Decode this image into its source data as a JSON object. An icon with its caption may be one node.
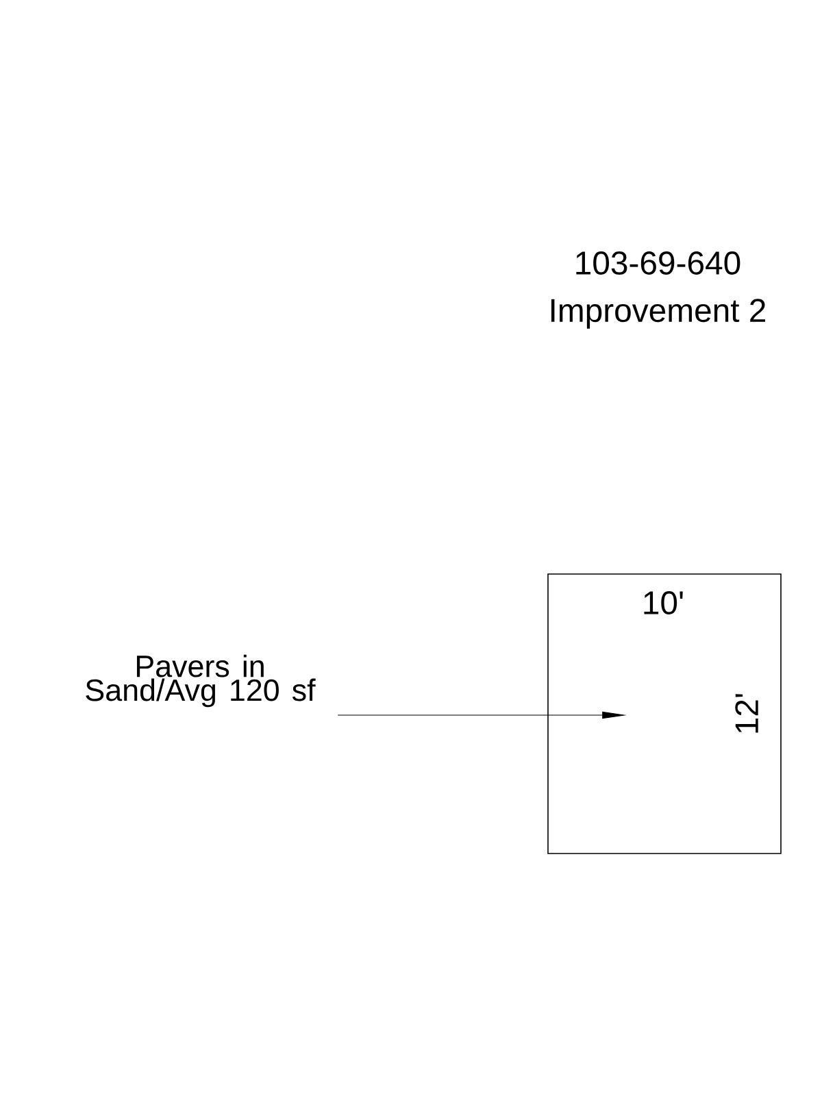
{
  "diagram": {
    "nodes": [
      {
        "text": [
          "Pavers in Sand/Avg 120 sf"
        ]
      },
      {
        "text": [],
        "shape": "box"
      }
    ],
    "edges": [
      {
        "from": 0,
        "to": 1,
        "arrow": "to"
      }
    ],
    "labels": [
      "103-69-640",
      "Improvement 2",
      "10'",
      "12'"
    ]
  }
}
